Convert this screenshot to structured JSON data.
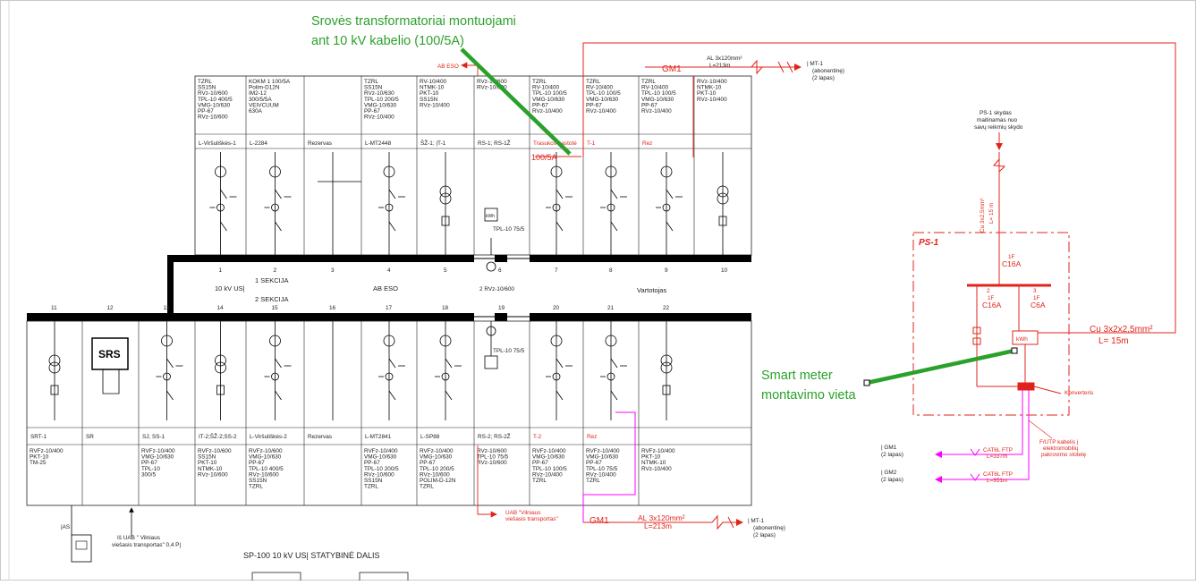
{
  "annotations": {
    "ct_line1": "Srovės transformatoriai montuojami",
    "ct_line2": "ant 10 kV kabelio (100/5A)",
    "sm_line1": "Smart meter",
    "sm_line2": "montavimo vieta",
    "ct_ratio": "100/5A"
  },
  "top_section": {
    "equipment": [
      "TZRL\nSS15N\nRVz-10/600\nTPL-10 400/5\nVMG-10/630\nPP-67\nRVz-10/600",
      "KOKM 1 100/5A\nPolim-D12N\nIM2-12\n300/5/5A\nVEIVCUUM\n630A",
      "",
      "TZRL\nSS15N\nRVz-10/630\nTPL-10 200/5\nVMG-10/630\nPP-67\nRVz-10/400",
      "RV-10/400\nNTMK-10\nPKT-10\nSS15N\nRVz-10/400",
      "RVz-10/600\nRVz-10/600",
      "TZRL\nRV-10/400\nTPL-10 100/5\nVMG-10/630\nPP-67\nRVz-10/400",
      "TZRL\nRV-10/400\nTPL-10 100/5\nVMG-10/630\nPP-67\nRVz-10/400",
      "TZRL\nRV-10/400\nTPL-10 100/5\nVMG-10/630\nPP-67\nRVz-10/400",
      "RVz-10/400\nNTMK-10\nPKT-10\nRVz-10/400"
    ],
    "names": [
      "L-Viršuliškės-1",
      "L-2284",
      "Rezervas",
      "L-MT2448",
      "ŠŽ-1; |T-1",
      "RS-1; RS-1Ž",
      "Trasukos pastotė",
      "T-1",
      "Rez",
      ""
    ],
    "numbers": [
      "1",
      "2",
      "3",
      "4",
      "5",
      "6",
      "7",
      "8",
      "9",
      "10"
    ],
    "sekcija1": "1 SEKCIJA",
    "sekcija2": "2 SEKCIJA",
    "us": "10 kV US|",
    "ab_eso_bottom": "AB ESO",
    "vartotojas": "Vartotojas",
    "ab_eso_top": "AB ESO",
    "tpl1": "TPL-10 75/5",
    "rvz": "2  RVz-10/600",
    "tpl2": "TPL-10 75/5"
  },
  "bottom_section": {
    "numbers": [
      "11",
      "12",
      "13",
      "14",
      "15",
      "16",
      "17",
      "18",
      "19",
      "20",
      "21",
      "22"
    ],
    "srs": "SRS",
    "names": [
      "SRT-1",
      "SR",
      "SJ; SS-1",
      "IT-2;ŠŽ-2;SS-2",
      "L-Viršuliškės-2",
      "Rezervas",
      "L-MT2841",
      "L-SP88",
      "RS-2; RS-2Ž",
      "T-2",
      "Rez",
      ""
    ],
    "equipment": [
      "RVFz-10/400\nPKT-10\nTM-25",
      "",
      "RVFz-10/400\nVMG-10/630\nPP-67\nTPL-10\n300/5",
      "RVFz-10/600\nSS15N\nPKT-10\nNTMK-10\nRVz-10/600",
      "RVFz-10/600\nVMG-10/630\nPP-67\nTPL-10 400/5\nRVz-10/600\nSS15N\nTZRL",
      "",
      "RVFz-10/400\nVMG-10/630\nPP-67\nTPL-10 200/5\nRVz-10/600\nSS15N\nTZRL",
      "RVFz-10/400\nVMG-10/630\nPP-67\nTPL-10 200/5\nRVz-10/600\nPOLIM-D-12N\nTZRL",
      "RVz-10/600\nTPL-10 75/5\nRVz-10/600",
      "RVFz-10/400\nVMG-10/630\nPP-67\nTPL-10 100/5\nRVz-10/400\nTZRL",
      "RVFz-10/400\nVMG-10/630\nPP-67\nTPL-10 75/5\nRVz-10/400\nTZRL",
      "RVFz-10/400\nPKT-10\nNTMK-10\nRVz-10/400"
    ],
    "as_label": "|AS",
    "from_line1": "Iš UAB \" Vilniaus",
    "from_line2": "viešasis transportas\" 0,4 P|",
    "title": "SP-100  10 kV US| STATYBINĖ DALIS",
    "uab_line1": "UAB \"Vilniaus",
    "uab_line2": "viešasis transportas\""
  },
  "cables": {
    "gm1_top": "GM1",
    "al_top": "AL 3x120mm²",
    "l_top": "L=213m",
    "mt1_top_1": "| MT-1",
    "mt1_top_2": "(abonentinę)",
    "mt1_top_3": "(2 lapas)",
    "gm1_bot": "GM1",
    "al_bot": "AL 3x120mm²",
    "l_bot": "L=213m",
    "mt1_bot_1": "| MT-1",
    "mt1_bot_2": "(abonentinę)",
    "mt1_bot_3": "(2 lapas)"
  },
  "ps1": {
    "supply_1": "PS-1 skydas",
    "supply_2": "maitinamas nuo",
    "supply_3": "savų reikmių skydo",
    "cu_vertical": "Cu 3x2,5mm²",
    "l_vertical": "L= 15 m",
    "box_label": "PS-1",
    "b1_a": "1F",
    "b1_b": "C16A",
    "b2_n": "2",
    "b2_a": "1F",
    "b2_b": "C16A",
    "b3_n": "3",
    "b3_a": "1F",
    "b3_b": "C6A",
    "kwh": "kWh",
    "konverteris": "Konverteris",
    "cu_right": "Cu 3x2x2,5mm²",
    "l_right": "L= 15m",
    "gm1_1": "| GM1",
    "gm1_2": "(2 lapas)",
    "gm2_1": "| GM2",
    "gm2_2": "(2 lapas)",
    "cat1": "CAT6L FTP",
    "cat1_l": "L=337m",
    "cat2": "CAT6L FTP",
    "cat2_l": "L=351m",
    "futp_1": "F/UTP kabelis į",
    "futp_2": "elektromobilių",
    "futp_3": "pakrovimo stotelę"
  },
  "meter_kwh": "kWh",
  "colors": {
    "annotation": "#2aa12a",
    "red_line": "#e0241b",
    "magenta": "#ff00ff",
    "bus": "#000000"
  }
}
